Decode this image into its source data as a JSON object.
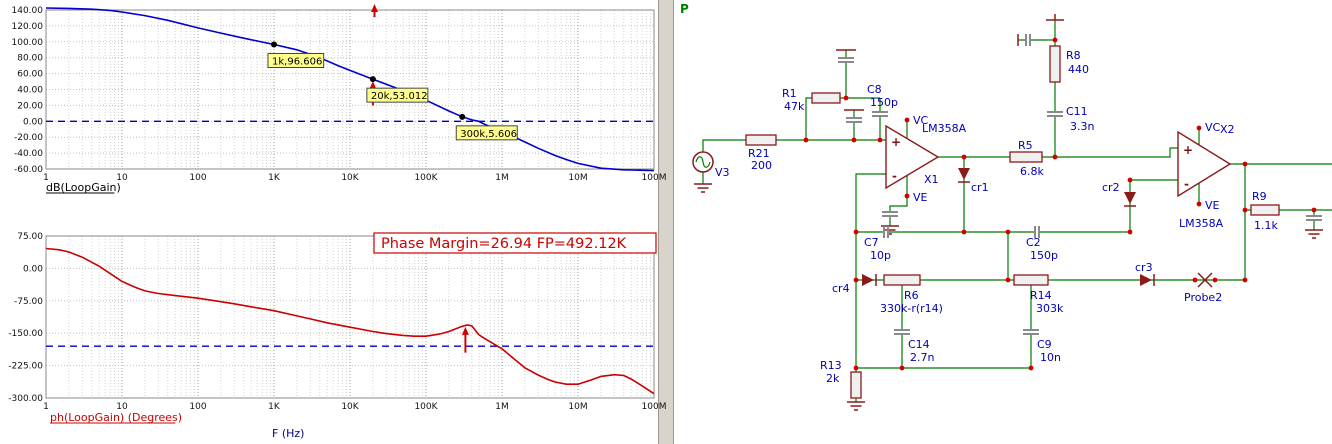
{
  "plots": {
    "x_tick_labels": [
      "1",
      "10",
      "100",
      "1K",
      "10K",
      "100K",
      "1M",
      "10M",
      "100M"
    ],
    "x_axis_label": "F (Hz)",
    "gain": {
      "trace_label": "dB(LoopGain)",
      "trace_label_color": "#000000",
      "y_tick_labels": [
        "140.00",
        "120.00",
        "100.00",
        "80.00",
        "60.00",
        "40.00",
        "20.00",
        "0.00",
        "-20.00",
        "-40.00",
        "-60.00"
      ],
      "ref_value": 0,
      "markers": [
        {
          "text": "1k,96.606",
          "f": 1000,
          "v": 96.606
        },
        {
          "text": "20k,53.012",
          "f": 20000,
          "v": 53.012
        },
        {
          "text": "300k,5.606",
          "f": 300000,
          "v": 5.606
        }
      ],
      "arrows": [
        {
          "f": 20000,
          "v_from": 20,
          "v_to": 48
        },
        {
          "f": 21000,
          "v_from": 131,
          "v_to": 145
        }
      ]
    },
    "phase": {
      "trace_label": "ph(LoopGain) (Degrees)",
      "trace_label_color": "#cc0000",
      "y_tick_labels": [
        "75.00",
        "0.00",
        "-75.00",
        "-150.00",
        "-225.00",
        "-300.00"
      ],
      "ref_value": -180,
      "arrows": [
        {
          "f": 330000,
          "v_from": -195,
          "v_to": -140
        }
      ],
      "annotation": {
        "text": "Phase Margin=26.94 FP=492.12K"
      }
    }
  },
  "chart_data": [
    {
      "type": "line",
      "title": "dB(LoopGain)",
      "x_scale": "log",
      "x_range": [
        1,
        100000000
      ],
      "xlabel": "F (Hz)",
      "ylabel": "dB",
      "ylim": [
        -60,
        140
      ],
      "color": "#0000cc",
      "ref_line": 0,
      "legend_position": "below-left",
      "grid": true,
      "points": [
        [
          1,
          142.5
        ],
        [
          2,
          142
        ],
        [
          4,
          141
        ],
        [
          7,
          139.5
        ],
        [
          10,
          137.5
        ],
        [
          20,
          133
        ],
        [
          40,
          127
        ],
        [
          100,
          117.5
        ],
        [
          200,
          111
        ],
        [
          400,
          104.5
        ],
        [
          1000,
          96.606
        ],
        [
          2000,
          90
        ],
        [
          4000,
          80
        ],
        [
          7000,
          70
        ],
        [
          10000,
          64
        ],
        [
          20000,
          53.012
        ],
        [
          40000,
          42
        ],
        [
          70000,
          32
        ],
        [
          100000,
          26.5
        ],
        [
          200000,
          13
        ],
        [
          300000,
          5.606
        ],
        [
          400000,
          1.8
        ],
        [
          492120,
          0
        ],
        [
          600000,
          -4
        ],
        [
          800000,
          -9
        ],
        [
          1000000,
          -12.5
        ],
        [
          2000000,
          -26
        ],
        [
          3000000,
          -34
        ],
        [
          5000000,
          -43
        ],
        [
          7000000,
          -48
        ],
        [
          10000000,
          -53
        ],
        [
          20000000,
          -59
        ],
        [
          40000000,
          -61
        ],
        [
          100000000,
          -62
        ]
      ]
    },
    {
      "type": "line",
      "title": "ph(LoopGain) (Degrees)",
      "x_scale": "log",
      "x_range": [
        1,
        100000000
      ],
      "xlabel": "F (Hz)",
      "ylabel": "Degrees",
      "ylim": [
        -300,
        75
      ],
      "color": "#cc0000",
      "ref_line": -180,
      "legend_position": "below-left",
      "grid": true,
      "annotations": [
        "Phase Margin=26.94 FP=492.12K"
      ],
      "points": [
        [
          1,
          46
        ],
        [
          1.5,
          43
        ],
        [
          2,
          38
        ],
        [
          3,
          26
        ],
        [
          5,
          5
        ],
        [
          7,
          -12
        ],
        [
          10,
          -30
        ],
        [
          15,
          -44
        ],
        [
          20,
          -52
        ],
        [
          30,
          -58
        ],
        [
          50,
          -63
        ],
        [
          100,
          -69
        ],
        [
          200,
          -77
        ],
        [
          300,
          -82
        ],
        [
          500,
          -89
        ],
        [
          1000,
          -98
        ],
        [
          2000,
          -110
        ],
        [
          3000,
          -117
        ],
        [
          5000,
          -126
        ],
        [
          10000,
          -136
        ],
        [
          20000,
          -146
        ],
        [
          30000,
          -151
        ],
        [
          50000,
          -155
        ],
        [
          70000,
          -157
        ],
        [
          100000,
          -157
        ],
        [
          150000,
          -152
        ],
        [
          200000,
          -146
        ],
        [
          300000,
          -134
        ],
        [
          350000,
          -131
        ],
        [
          400000,
          -133
        ],
        [
          492120,
          -153.06
        ],
        [
          600000,
          -163
        ],
        [
          700000,
          -170
        ],
        [
          1000000,
          -186
        ],
        [
          1500000,
          -212
        ],
        [
          2000000,
          -230
        ],
        [
          3000000,
          -247
        ],
        [
          4000000,
          -257
        ],
        [
          5000000,
          -263
        ],
        [
          7000000,
          -268
        ],
        [
          10000000,
          -268
        ],
        [
          15000000,
          -258
        ],
        [
          20000000,
          -250
        ],
        [
          30000000,
          -246
        ],
        [
          40000000,
          -248
        ],
        [
          50000000,
          -256
        ],
        [
          70000000,
          -272
        ],
        [
          100000000,
          -290
        ]
      ]
    }
  ],
  "schematic": {
    "page_label": "P",
    "v3": {
      "ref": "V3"
    },
    "r21": {
      "ref": "R21",
      "value": "200"
    },
    "r1": {
      "ref": "R1",
      "value": "47k"
    },
    "c8": {
      "ref": "C8",
      "value": "150p"
    },
    "x1": {
      "ref": "X1",
      "part": "LM358A",
      "plus": "+",
      "minus": "-",
      "vc": "VC",
      "ve": "VE"
    },
    "cr1": "cr1",
    "r5": {
      "ref": "R5",
      "value": "6.8k"
    },
    "r8": {
      "ref": "R8",
      "value": "440"
    },
    "c11": {
      "ref": "C11",
      "value": "3.3n"
    },
    "cr2": "cr2",
    "x2": {
      "ref": "X2",
      "part": "LM358A",
      "plus": "+",
      "minus": "-",
      "vc": "VC",
      "ve": "VE"
    },
    "r9": {
      "ref": "R9",
      "value": "1.1k"
    },
    "c7": {
      "ref": "C7",
      "value": "10p"
    },
    "c2": {
      "ref": "C2",
      "value": "150p"
    },
    "cr4": "cr4",
    "cr3": "cr3",
    "r6": {
      "ref": "R6",
      "value": "330k-r(r14)"
    },
    "r14": {
      "ref": "R14",
      "value": "303k"
    },
    "r13": {
      "ref": "R13",
      "value": "2k"
    },
    "c14": {
      "ref": "C14",
      "value": "2.7n"
    },
    "c9": {
      "ref": "C9",
      "value": "10n"
    },
    "probe": {
      "ref": "Probe2"
    }
  }
}
